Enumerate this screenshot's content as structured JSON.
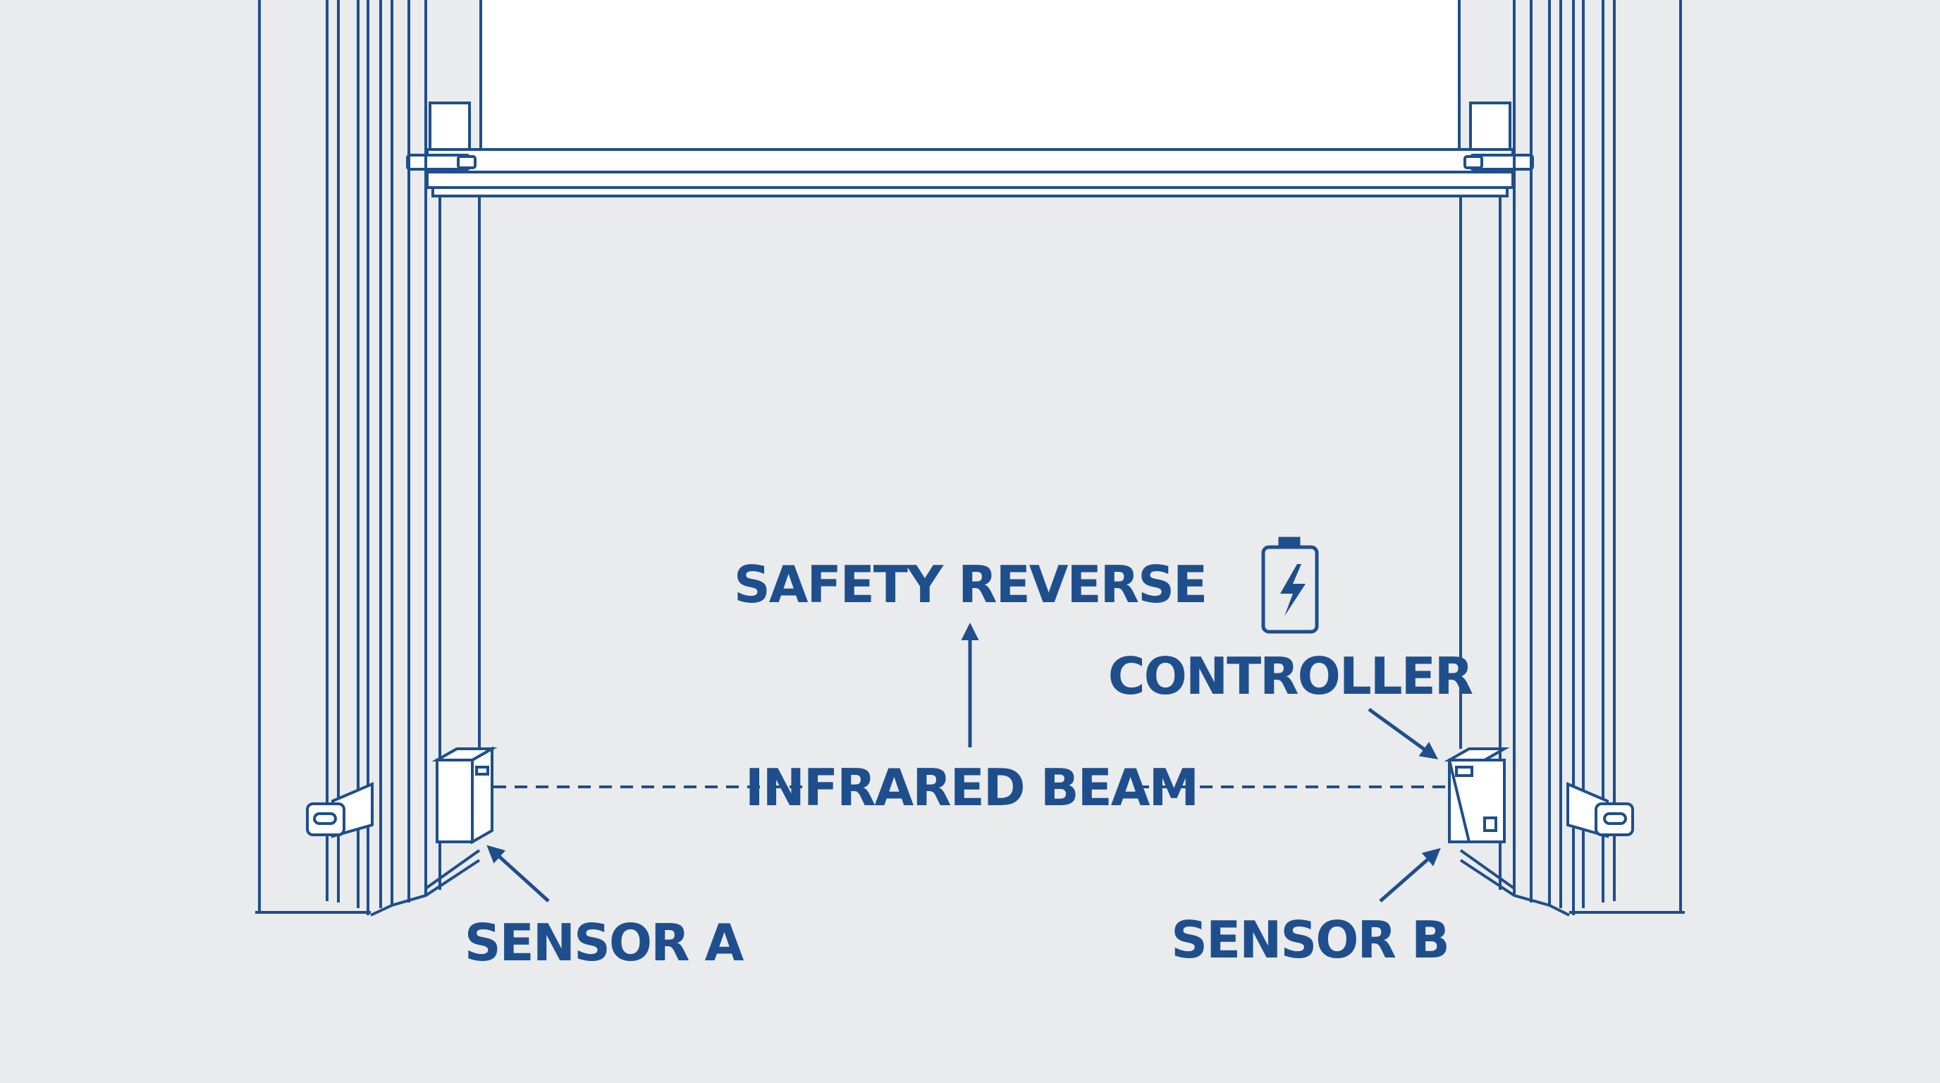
{
  "diagram": {
    "colors": {
      "background": "#e9ebed",
      "line": "#1f4e8c",
      "door_panel": "#ffffff"
    },
    "labels": {
      "safety_reverse": "SAFETY REVERSE",
      "infrared_beam": "INFRARED BEAM",
      "controller": "CONTROLLER",
      "sensor_a": "SENSOR A",
      "sensor_b": "SENSOR B"
    },
    "icons": {
      "controller": "battery-lightning-icon"
    }
  }
}
